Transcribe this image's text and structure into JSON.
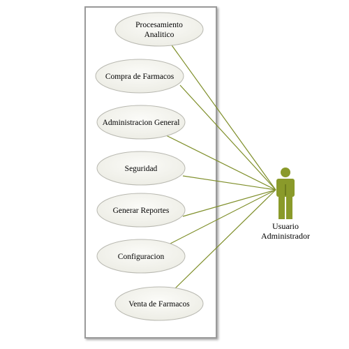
{
  "use_cases": [
    {
      "label": [
        "Procesamiento",
        "Analitico"
      ]
    },
    {
      "label": [
        "Compra de Farmacos"
      ]
    },
    {
      "label": [
        "Administracion General"
      ]
    },
    {
      "label": [
        "Seguridad"
      ]
    },
    {
      "label": [
        "Generar Reportes"
      ]
    },
    {
      "label": [
        "Configuracion"
      ]
    },
    {
      "label": [
        "Venta de Farmacos"
      ]
    }
  ],
  "actor": {
    "name": [
      "Usuario",
      "Administrador"
    ],
    "color": "#8a9a2a"
  },
  "colors": {
    "association_line": "#7f8f2a",
    "ellipse_fill": "#f0f0ea",
    "ellipse_stroke": "#b8b8b0",
    "boundary_stroke": "#9a9a9a"
  }
}
